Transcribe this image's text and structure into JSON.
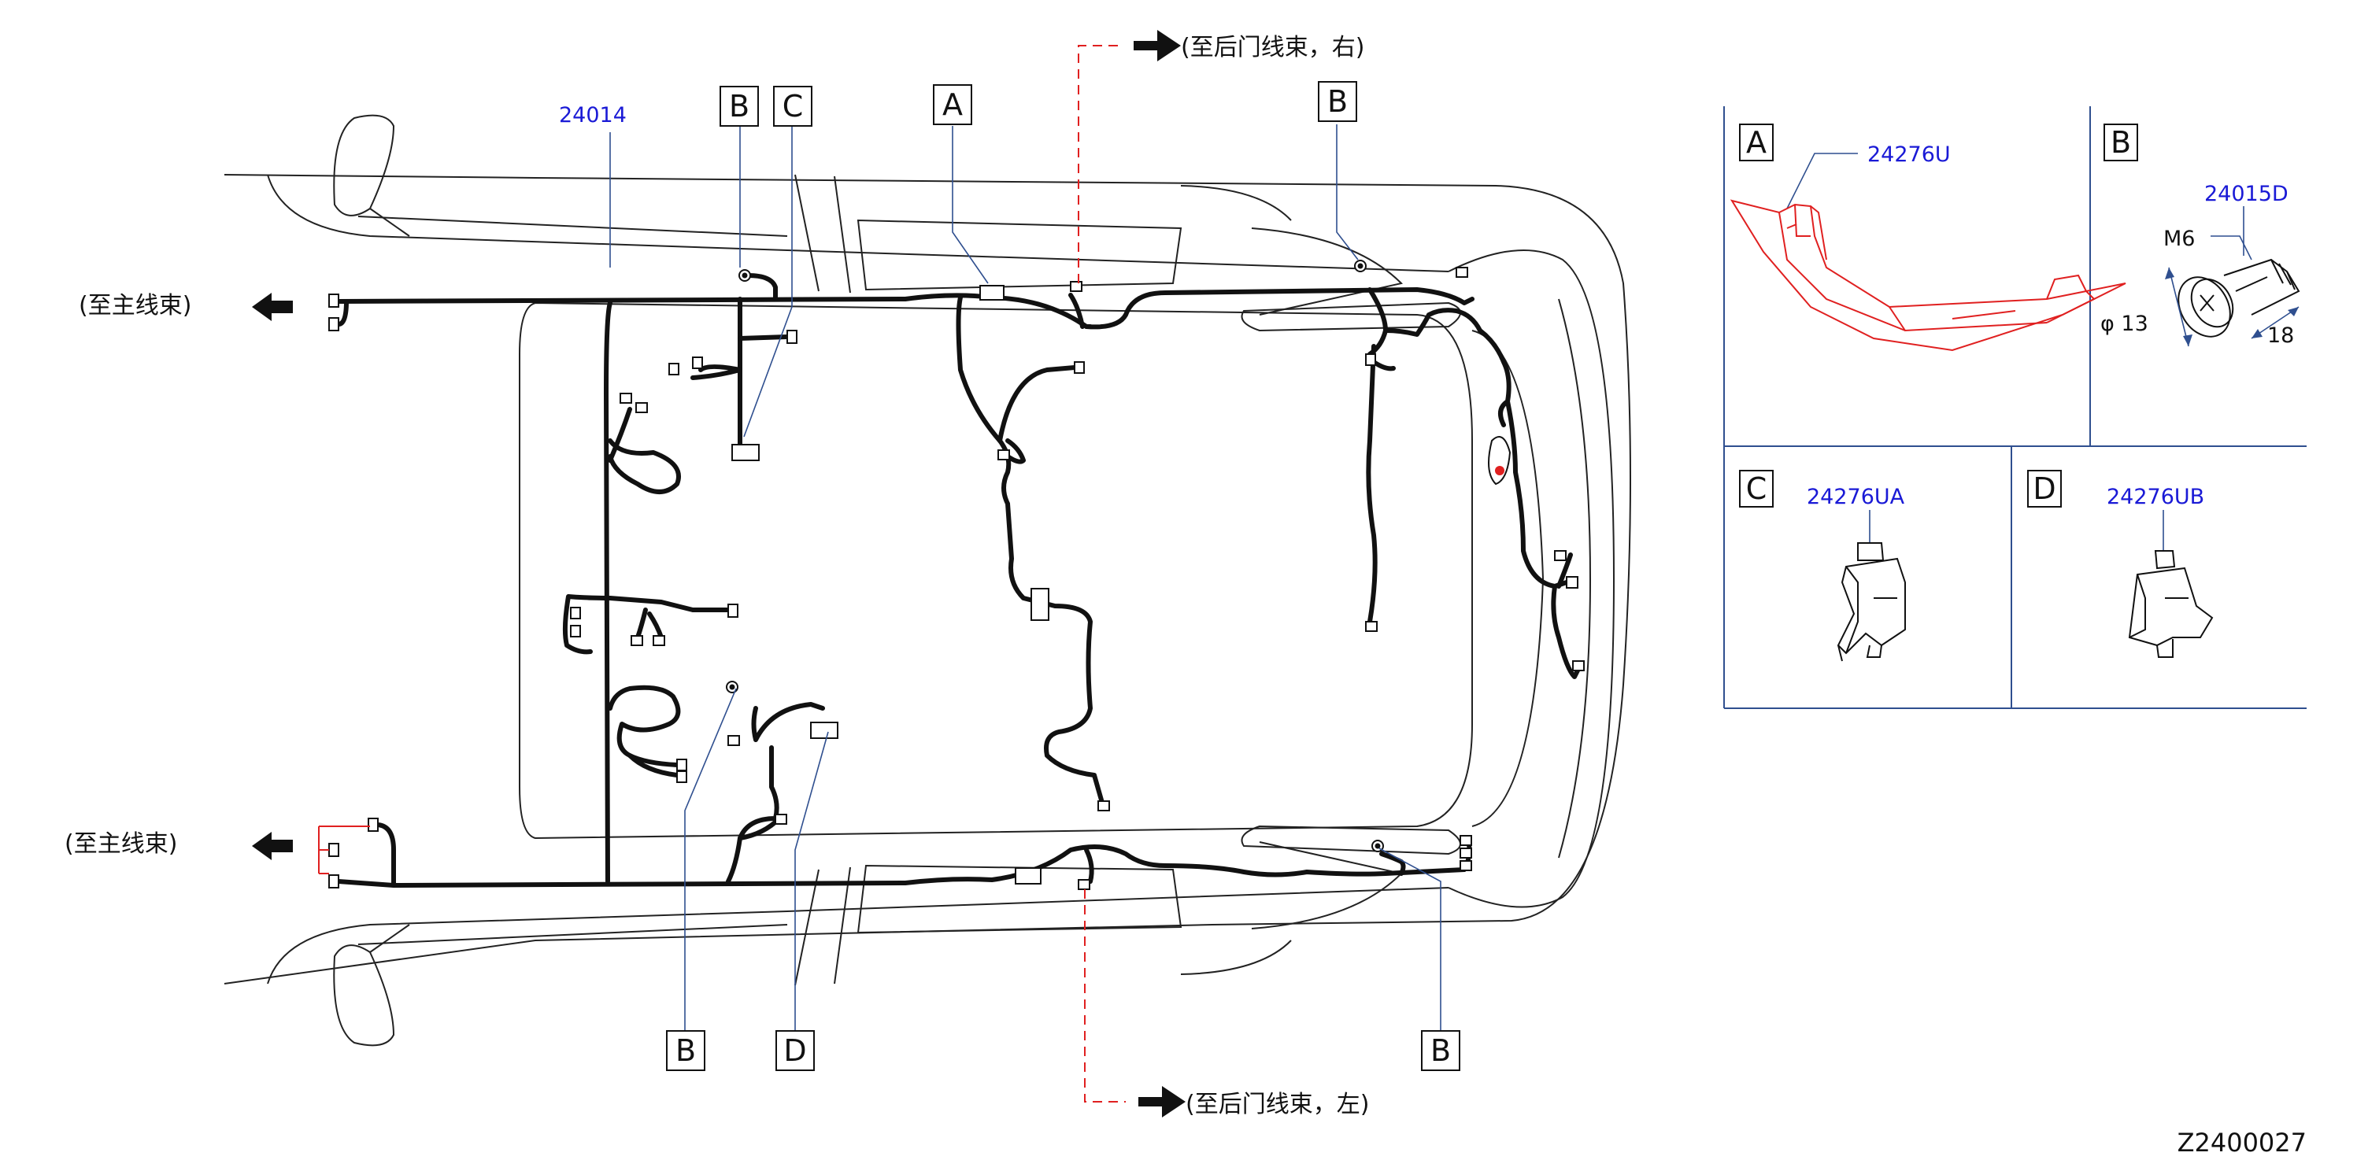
{
  "labels": {
    "to_main_harness_top": "(至主线束)",
    "to_main_harness_bottom": "(至主线束)",
    "to_rear_door_right": "(至后门线束，右)",
    "to_rear_door_left": "(至后门线束，左)"
  },
  "part_numbers": {
    "main_harness": "24014",
    "detail_a": "24276U",
    "detail_b": "24015D",
    "detail_c": "24276UA",
    "detail_d": "24276UB"
  },
  "callout_letters": {
    "a": "A",
    "b": "B",
    "c": "C",
    "d": "D"
  },
  "detail_b_dims": {
    "thread": "M6",
    "diameter": "φ 13",
    "length": "18"
  },
  "diagram_code": "Z2400027",
  "colors": {
    "wire": "#111111",
    "part_number": "#1a1ad6",
    "leader": "#2f4f8f",
    "highlight": "#e02020"
  }
}
